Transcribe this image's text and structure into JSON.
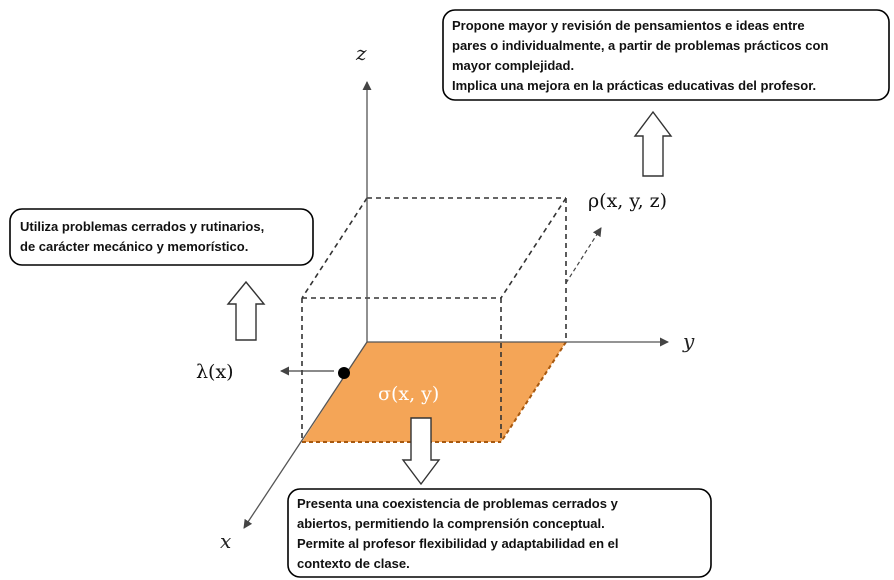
{
  "axes": {
    "z_label": "z",
    "y_label": "y",
    "x_label": "x"
  },
  "functions": {
    "lambda": "λ(x)",
    "sigma": "σ(x, y)",
    "rho": "ρ(x, y, z)"
  },
  "boxes": {
    "left": {
      "lines": [
        "Utiliza problemas cerrados y rutinarios,",
        "de carácter mecánico y memorístico."
      ]
    },
    "top": {
      "lines": [
        "Propone mayor y revisión de pensamientos e ideas entre",
        "pares o individualmente, a partir de problemas prácticos con",
        "mayor complejidad.",
        "Implica una mejora en la prácticas educativas del profesor."
      ]
    },
    "bottom": {
      "lines": [
        "Presenta una coexistencia de problemas cerrados y",
        "abiertos, permitiendo la comprensión conceptual.",
        "Permite al profesor flexibilidad y adaptabilidad en el",
        "contexto de clase."
      ]
    }
  },
  "colors": {
    "plane_fill": "#f4a557",
    "plane_edge": "#a8590f",
    "axis": "#555555",
    "dashed": "#333333",
    "box_border": "#000000"
  }
}
